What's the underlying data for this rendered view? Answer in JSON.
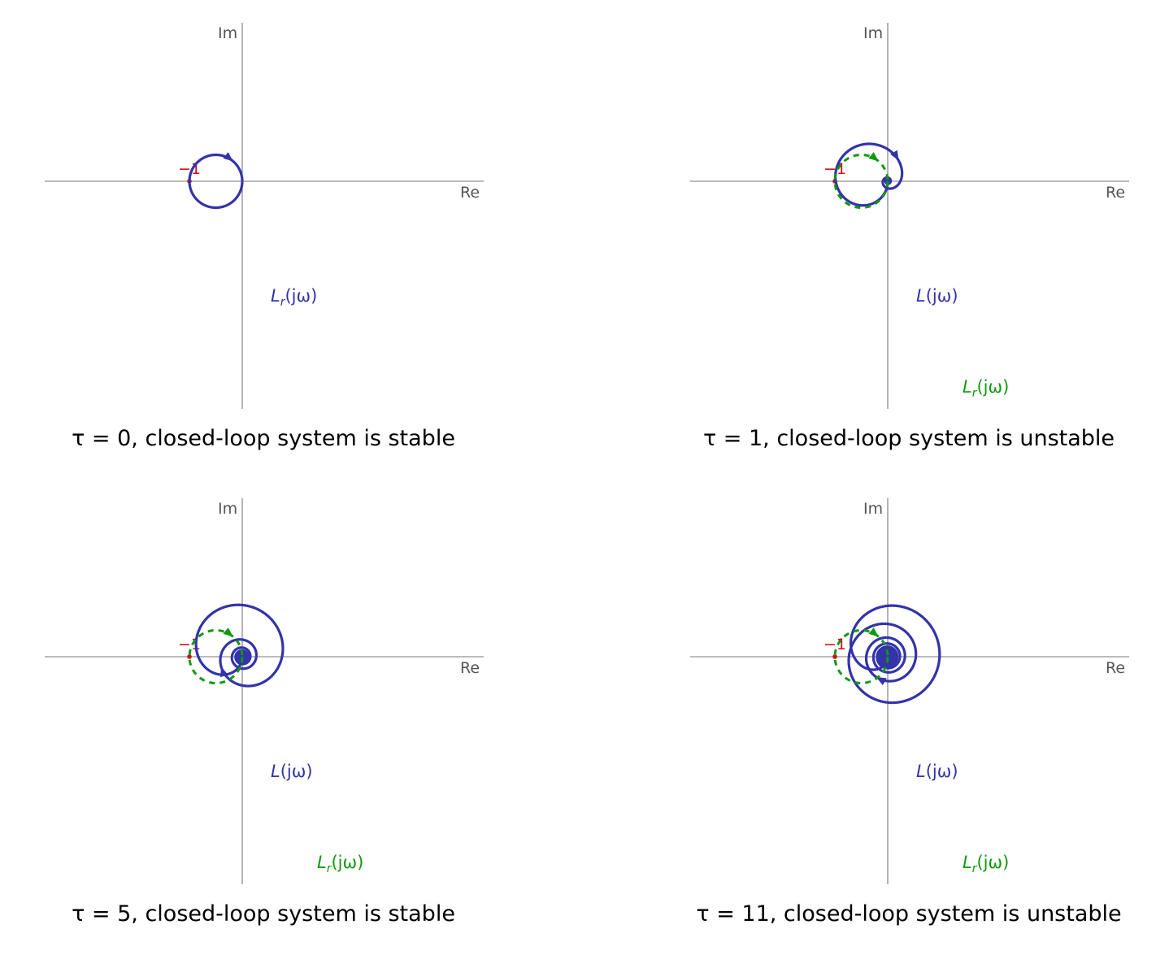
{
  "colors": {
    "loop": "#3333aa",
    "ref": "#119911",
    "point": "#cc1111",
    "axis": "#777777"
  },
  "chart_data": [
    {
      "type": "nyquist",
      "xlabel": "Re",
      "ylabel": "Im",
      "point_label": "−1",
      "tau": 0,
      "caption": "τ = 0, closed-loop system is stable",
      "series": [
        {
          "name": "Lr(jω)",
          "label_main": "L",
          "label_sub": "r",
          "label_arg": "(jω)",
          "kind": "loop",
          "model": "Lr",
          "a": 0.22,
          "k": 2
        }
      ]
    },
    {
      "type": "nyquist",
      "xlabel": "Re",
      "ylabel": "Im",
      "point_label": "−1",
      "tau": 1,
      "caption": "τ = 1, closed-loop system is unstable",
      "series": [
        {
          "name": "L(jω)",
          "label_main": "L",
          "label_sub": "",
          "label_arg": "(jω)",
          "kind": "loop",
          "model": "delay",
          "a": 0.22,
          "k": 2,
          "tau": 1
        },
        {
          "name": "Lr(jω)",
          "label_main": "L",
          "label_sub": "r",
          "label_arg": "(jω)",
          "kind": "ref",
          "model": "Lr",
          "a": 0.22,
          "k": 2
        }
      ]
    },
    {
      "type": "nyquist",
      "xlabel": "Re",
      "ylabel": "Im",
      "point_label": "−1",
      "tau": 5,
      "caption": "τ = 5, closed-loop system is stable",
      "series": [
        {
          "name": "L(jω)",
          "label_main": "L",
          "label_sub": "",
          "label_arg": "(jω)",
          "kind": "loop",
          "model": "delay",
          "a": 0.22,
          "k": 2,
          "tau": 5
        },
        {
          "name": "Lr(jω)",
          "label_main": "L",
          "label_sub": "r",
          "label_arg": "(jω)",
          "kind": "ref",
          "model": "Lr",
          "a": 0.22,
          "k": 2
        }
      ]
    },
    {
      "type": "nyquist",
      "xlabel": "Re",
      "ylabel": "Im",
      "point_label": "−1",
      "tau": 11,
      "caption": "τ = 11, closed-loop system is unstable",
      "series": [
        {
          "name": "L(jω)",
          "label_main": "L",
          "label_sub": "",
          "label_arg": "(jω)",
          "kind": "loop",
          "model": "delay",
          "a": 0.22,
          "k": 2,
          "tau": 11
        },
        {
          "name": "Lr(jω)",
          "label_main": "L",
          "label_sub": "r",
          "label_arg": "(jω)",
          "kind": "ref",
          "model": "Lr",
          "a": 0.22,
          "k": 2
        }
      ]
    }
  ]
}
